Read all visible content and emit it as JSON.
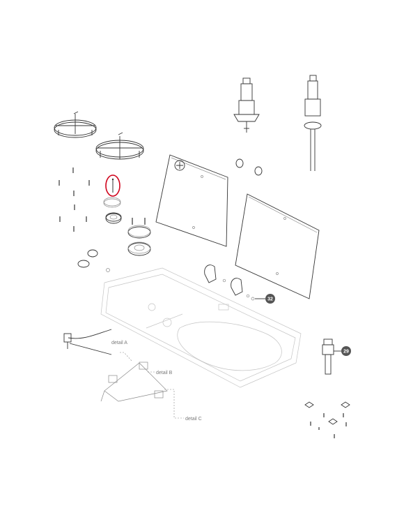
{
  "labels": {
    "detail_a": "detail A",
    "detail_b": "detail B",
    "detail_c": "detail C"
  },
  "callouts": {
    "part_32": "32",
    "part_29": "29"
  },
  "colors": {
    "highlight": "#d0021b",
    "badge": "#555555",
    "line": "#333333"
  }
}
